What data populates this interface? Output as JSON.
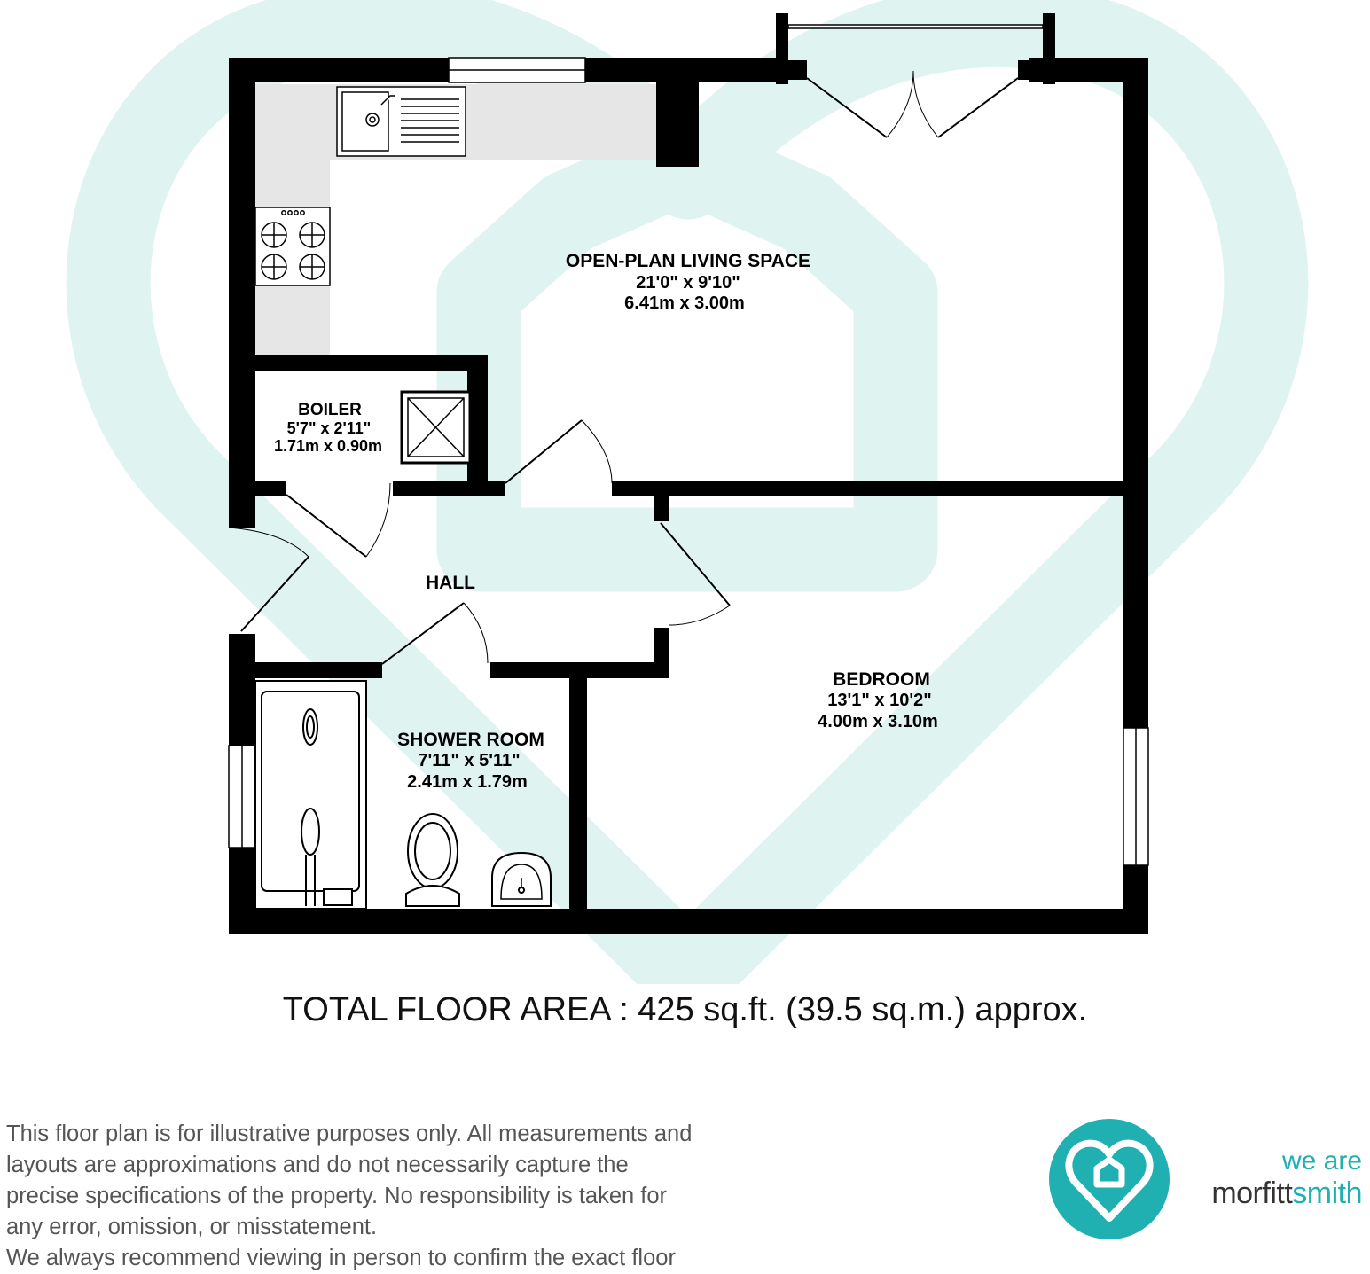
{
  "plan": {
    "rooms": {
      "living": {
        "name": "OPEN-PLAN LIVING SPACE",
        "imperial": "21'0\"  x 9'10\"",
        "metric": "6.41m  x 3.00m"
      },
      "boiler": {
        "name": "BOILER",
        "imperial": "5'7\"  x 2'11\"",
        "metric": "1.71m  x 0.90m"
      },
      "hall": {
        "name": "HALL"
      },
      "shower": {
        "name": "SHOWER ROOM",
        "imperial": "7'11\"  x 5'11\"",
        "metric": "2.41m  x 1.79m"
      },
      "bedroom": {
        "name": "BEDROOM",
        "imperial": "13'1\"  x 10'2\"",
        "metric": "4.00m  x 3.10m"
      }
    },
    "total_area": "TOTAL FLOOR AREA : 425 sq.ft. (39.5 sq.m.) approx.",
    "watermark_color": "#dff3f1",
    "wall_color": "#000000"
  },
  "disclaimer": {
    "lines": [
      "This floor plan is for illustrative purposes only. All measurements and",
      "layouts are approximations and do not necessarily capture the",
      "precise specifications of the property. No responsibility is taken for",
      "any error, omission, or misstatement.",
      "We always recommend viewing in person to confirm the exact floor"
    ]
  },
  "brand": {
    "line1": "we are",
    "line2_part1": "morfitt",
    "line2_part2": "smith",
    "logo_icon": "heart-house-icon",
    "accent_color": "#20b0b2"
  }
}
